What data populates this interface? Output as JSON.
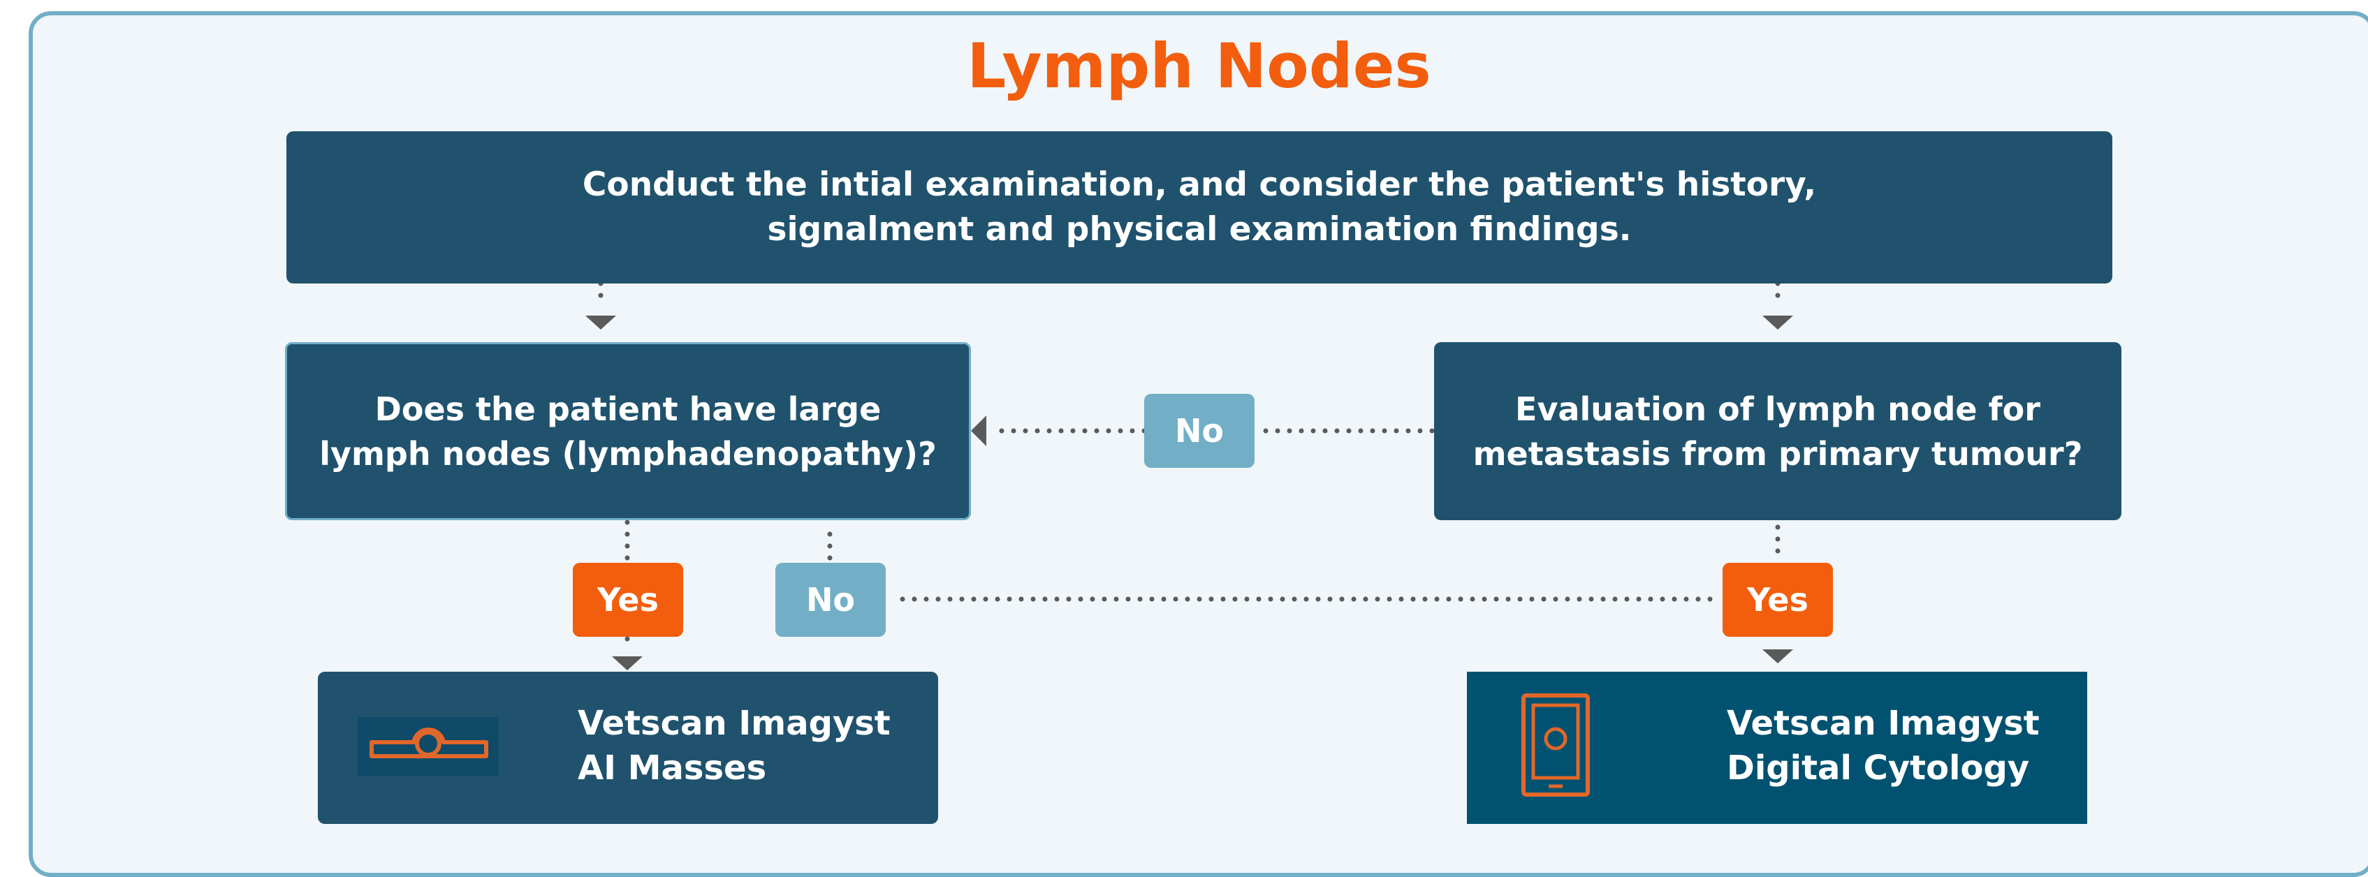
{
  "title": "Lymph Nodes",
  "start": "Conduct the intial examination, and consider the patient's history,\nsignalment and physical examination findings.",
  "question_left": "Does the patient have large\nlymph nodes (lymphadenopathy)?",
  "question_right": "Evaluation of lymph node for\nmetastasis from primary tumour?",
  "answers": {
    "no_middle": "No",
    "yes_left": "Yes",
    "no_left": "No",
    "yes_right": "Yes"
  },
  "outcomes": {
    "left": {
      "label": "Vetscan Imagyst\nAI Masses",
      "icon": "ai-masses-icon"
    },
    "right": {
      "label": "Vetscan Imagyst\nDigital Cytology",
      "icon": "digital-cytology-icon"
    }
  },
  "colors": {
    "title": "#f25e0e",
    "box": "#20526d",
    "product_right": "#005270",
    "yes": "#f25e0e",
    "no": "#72afc7",
    "icon": "#e2672a",
    "connector": "#5a5a5a",
    "frame": "#72afc7"
  }
}
